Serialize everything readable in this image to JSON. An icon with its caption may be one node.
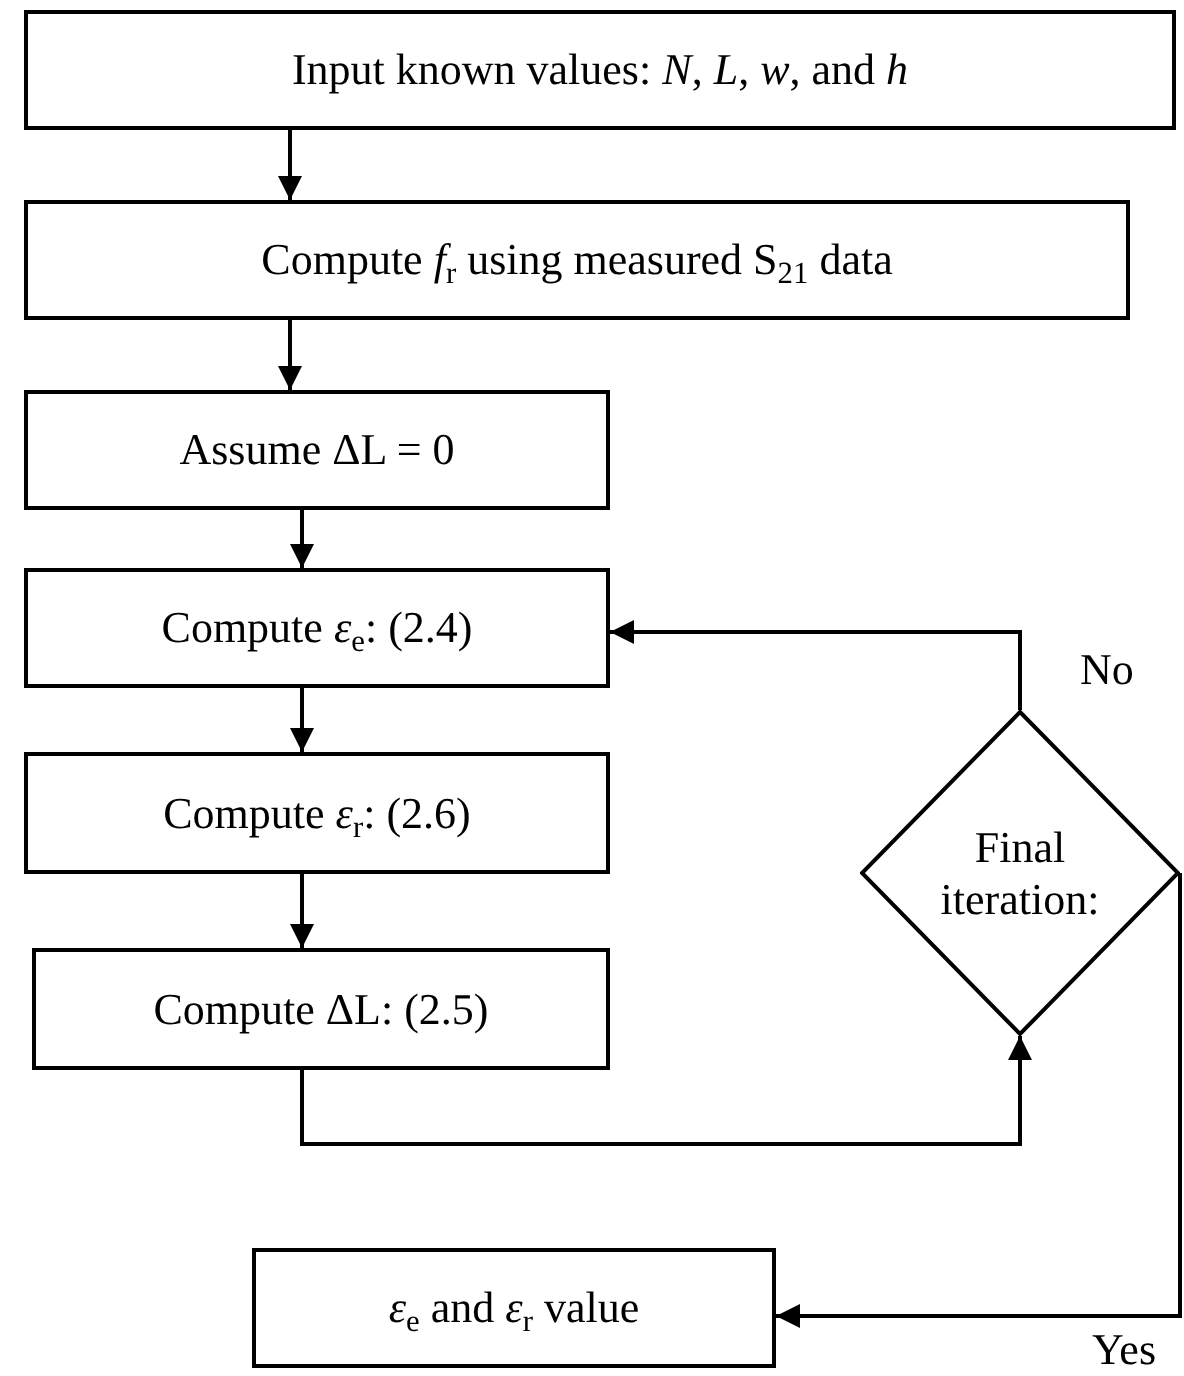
{
  "diagram": {
    "nodes": [
      {
        "text": [
          "Input known values: *N*, *L*, *w*, and *h*"
        ]
      },
      {
        "text": [
          "Compute *f*$_{r}$ using measured S$_{21}$ data"
        ]
      },
      {
        "text": [
          "Assume ΔL = 0"
        ]
      },
      {
        "text": [
          "Compute *ε*$_{e}$: (2.4)"
        ]
      },
      {
        "text": [
          "Compute *ε*$_{r}$: (2.6)"
        ]
      },
      {
        "text": [
          "Compute ΔL: (2.5)"
        ]
      },
      {
        "text": [
          "Final iteration:"
        ]
      },
      {
        "text": [
          "*ε*$_{e}$ and *ε*$_{r}$ value"
        ]
      }
    ],
    "edges": [
      {
        "from": 0,
        "to": 1,
        "arrow": "to"
      },
      {
        "from": 1,
        "to": 2,
        "arrow": "to"
      },
      {
        "from": 2,
        "to": 3,
        "arrow": "to"
      },
      {
        "from": 3,
        "to": 4,
        "arrow": "to"
      },
      {
        "from": 4,
        "to": 5,
        "arrow": "to"
      },
      {
        "from": 5,
        "to": 6,
        "arrow": "to"
      },
      {
        "from": 6,
        "to": 3,
        "arrow": "to",
        "label": "No"
      },
      {
        "from": 6,
        "to": 7,
        "arrow": "to",
        "label": "Yes"
      }
    ]
  }
}
